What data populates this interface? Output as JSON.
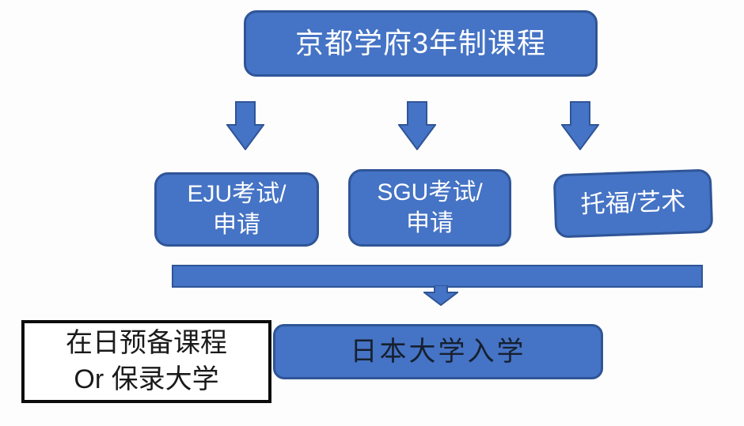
{
  "diagram": {
    "program_box": {
      "label": "京都学府3年制课程"
    },
    "branches": [
      {
        "lines": [
          "EJU考试/",
          "申请"
        ]
      },
      {
        "lines": [
          "SGU考试/",
          "申请"
        ]
      },
      {
        "lines": [
          "托福/艺术"
        ]
      }
    ],
    "admission_box": {
      "label": "日本大学入学"
    },
    "side_box": {
      "lines": [
        "在日预备课程",
        "Or 保录大学"
      ]
    },
    "colors": {
      "shape_fill": "#4573c5",
      "shape_border": "#2f5597",
      "shape_text_light": "#ffffff",
      "admission_text_dark": "#16202e",
      "side_box_border": "#0c0c0c",
      "side_box_text": "#1a1a1a",
      "background": "#fdfdfd"
    }
  }
}
